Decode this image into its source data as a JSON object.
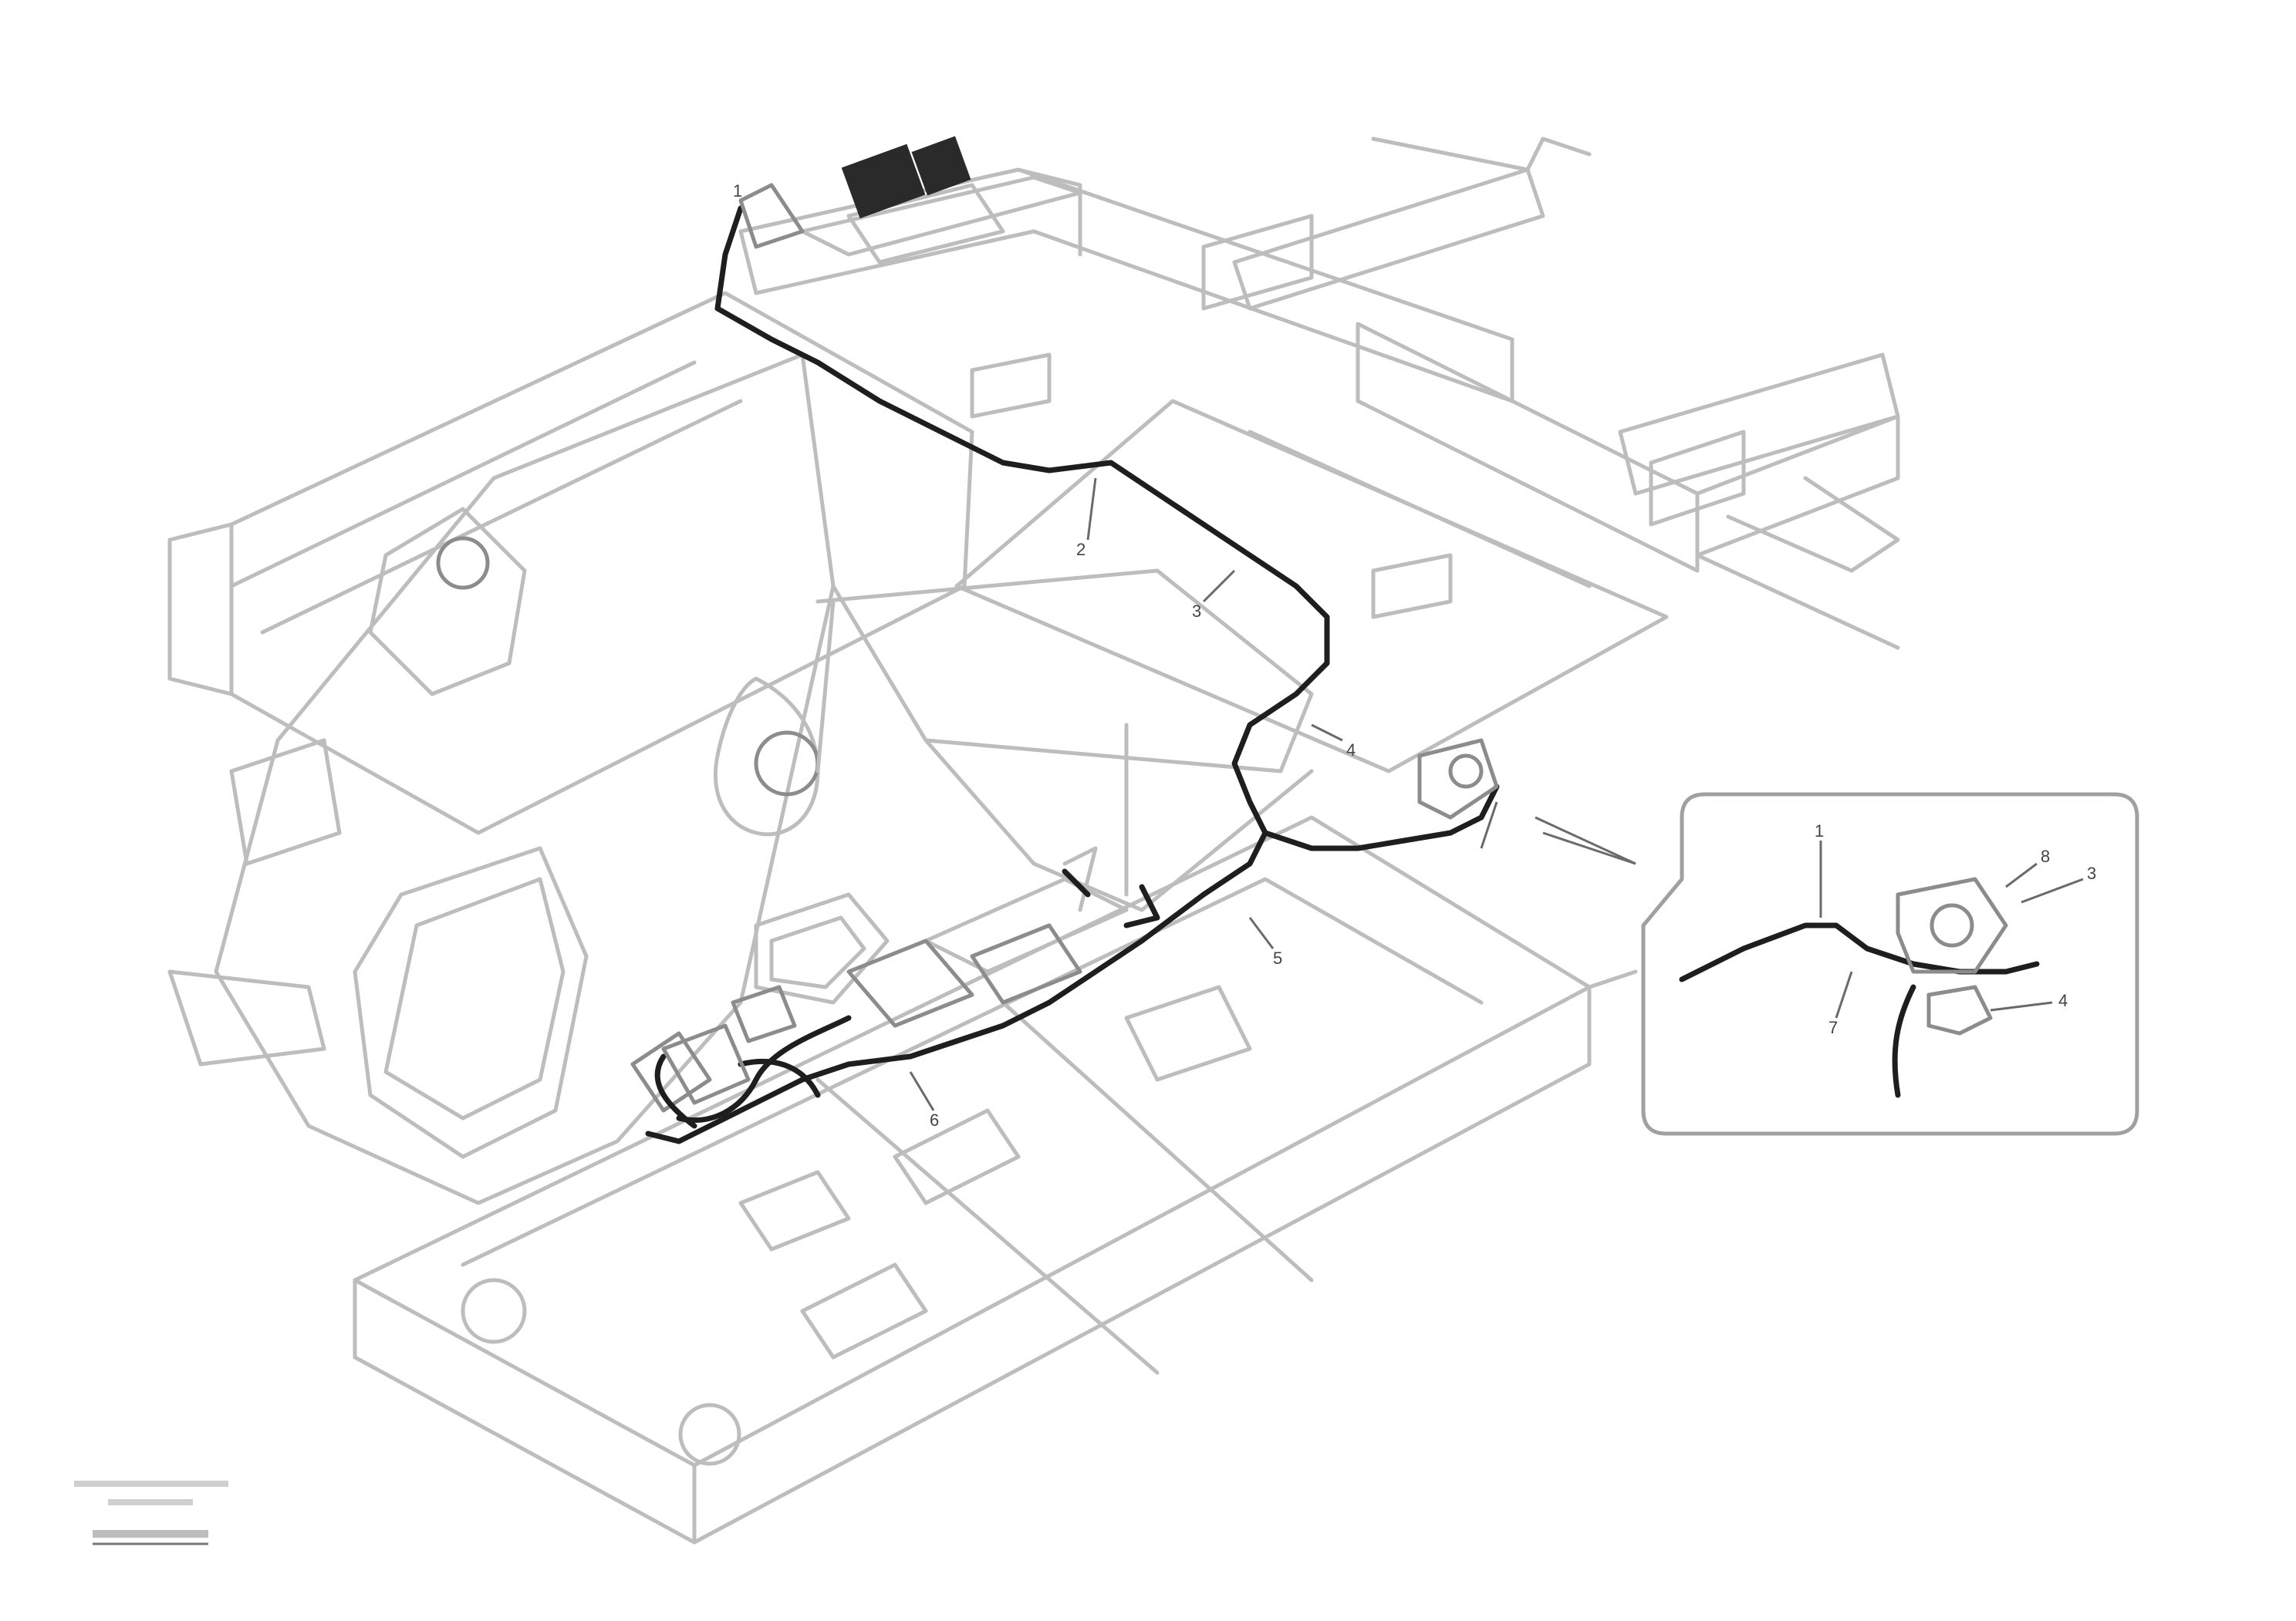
{
  "callouts": {
    "c1": "1",
    "c2": "2",
    "c3": "3",
    "c4": "4",
    "c5": "5",
    "c6": "6",
    "c7": "7",
    "c8": "8"
  },
  "drawing_tag": {
    "line1": "",
    "line2": "",
    "line3": ""
  },
  "colors": {
    "outline": "#bdbdbd",
    "harness": "#1e1e1e",
    "inset_frame": "#a0a0a0"
  }
}
